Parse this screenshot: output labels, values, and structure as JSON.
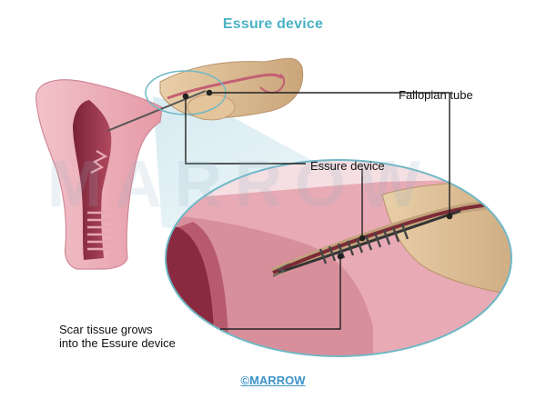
{
  "title": "Essure device",
  "labels": {
    "fallopian_tube": "Fallopian tube",
    "essure_device": "Essure device",
    "scar_line1": "Scar tissue grows",
    "scar_line2": "into the Essure device"
  },
  "watermark": "MARROW",
  "credit": {
    "symbol": "©",
    "brand": "MARROW"
  },
  "colors": {
    "title": "#4bb3c4",
    "credit": "#3c93c8",
    "circle_outline": "#6fb8c6",
    "tissue_pink": "#e6a2ad",
    "tube_tan": "#d9b890"
  }
}
